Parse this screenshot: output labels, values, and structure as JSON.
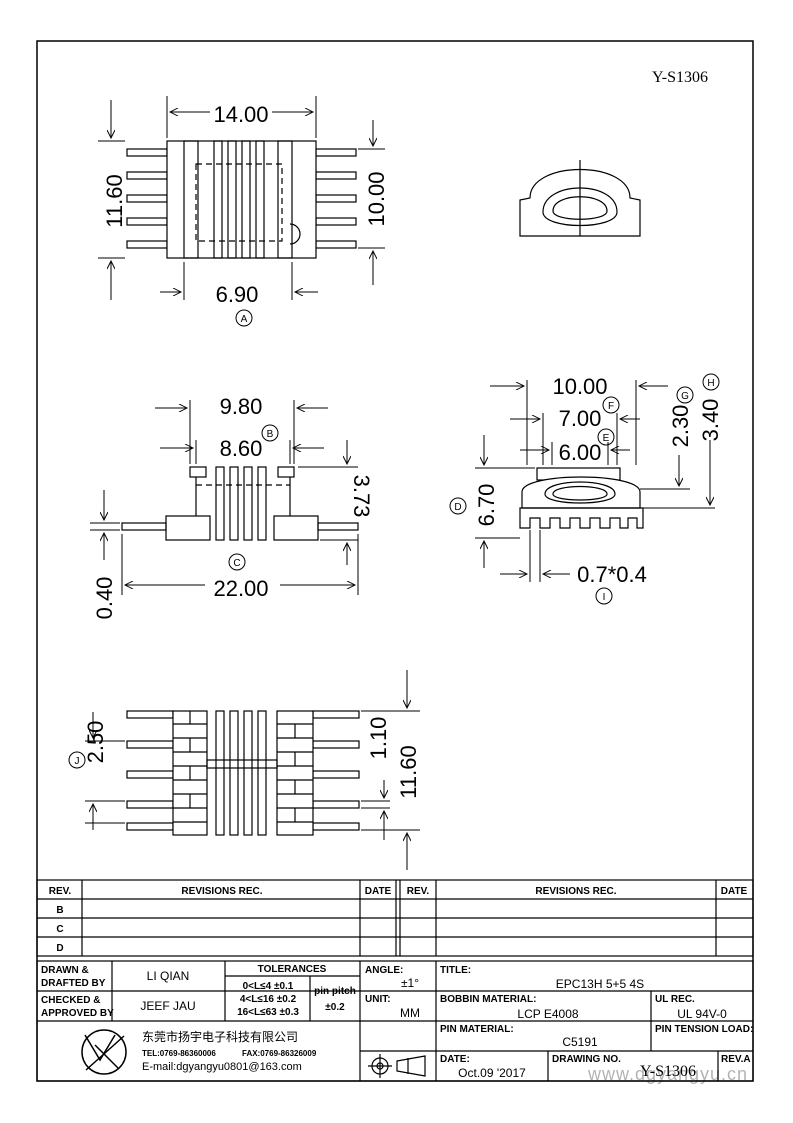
{
  "drawing_code_top": "Y-S1306",
  "views": {
    "top": {
      "dim_width": "14.00",
      "dim_height_left": "11.60",
      "dim_height_right": "10.00",
      "dim_inner": "6.90",
      "marker": "A"
    },
    "front": {
      "dim_980": "9.80",
      "dim_860": "8.60",
      "marker_b": "B",
      "dim_373": "3.73",
      "dim_040": "0.40",
      "dim_2200": "22.00",
      "marker_c": "C"
    },
    "side": {
      "dim_1000": "10.00",
      "dim_700": "7.00",
      "marker_f": "F",
      "dim_600": "6.00",
      "marker_e": "E",
      "dim_230": "2.30",
      "marker_g": "G",
      "dim_340": "3.40",
      "marker_h": "H",
      "dim_670": "6.70",
      "marker_d": "D",
      "dim_pin": "0.7*0.4",
      "marker_i": "I"
    },
    "bottom": {
      "dim_250": "2.50",
      "marker_j": "J",
      "dim_110": "1.10",
      "dim_1160": "11.60"
    }
  },
  "revisions": {
    "rev_header": "REV.",
    "rec_header": "REVISIONS   REC.",
    "date_header": "DATE",
    "rows": [
      "B",
      "C",
      "D"
    ]
  },
  "title_block": {
    "drawn_label_1": "DRAWN &",
    "drawn_label_2": "DRAFTED BY",
    "drawn_value": "LI QIAN",
    "checked_label_1": "CHECKED &",
    "checked_label_2": "APPROVED BY",
    "checked_value": "JEEF JAU",
    "tolerances_label": "TOLERANCES",
    "tol_1": "0<L≤4   ±0.1",
    "tol_2": "4<L≤16  ±0.2",
    "tol_3": "16<L≤63  ±0.3",
    "pin_pitch_label": "pin pitch",
    "pin_pitch_value": "±0.2",
    "angle_label": "ANGLE:",
    "angle_value": "±1°",
    "unit_label": "UNIT:",
    "unit_value": "MM",
    "title_label": "TITLE:",
    "title_value": "EPC13H 5+5 4S",
    "bobbin_label": "BOBBIN MATERIAL:",
    "bobbin_value": "LCP E4008",
    "ul_label": "UL REC.",
    "ul_value": "UL 94V-0",
    "pin_material_label": "PIN MATERIAL:",
    "pin_material_value": "C5191",
    "pin_tension_label": "PIN TENSION LOAD:",
    "date_label": "DATE:",
    "date_value": "Oct.09 '2017",
    "drawing_no_label": "DRAWING NO.",
    "drawing_no_value": "Y-S1306",
    "rev_label": "REV.A",
    "company_name": "东莞市扬宇电子科技有限公司",
    "company_tel": "TEL:0769-86360006",
    "company_fax": "FAX:0769-86326009",
    "company_email": "E-mail:dgyangyu0801@163.com",
    "watermark": "www.dgyangyu.cn"
  }
}
